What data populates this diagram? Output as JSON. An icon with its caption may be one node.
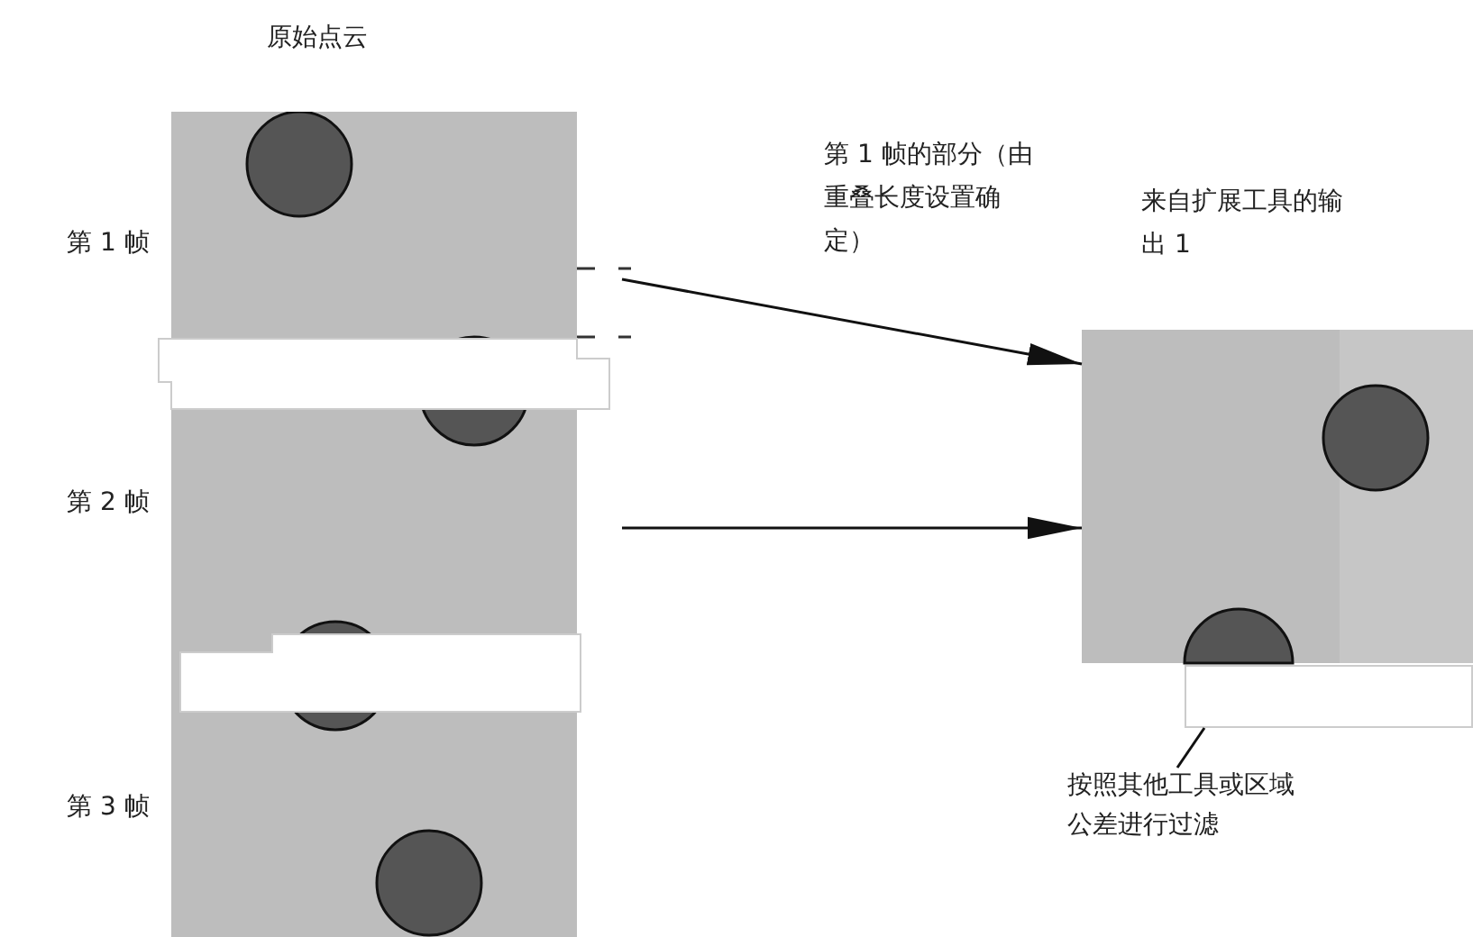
{
  "diagram": {
    "nodes": [
      {
        "text": [
          "原始点云"
        ]
      },
      {
        "text": [
          "来自扩展工具的输出 1"
        ]
      },
      {
        "text": [
          "按照其他工具或区域公差进行过滤"
        ]
      },
      {
        "text": [],
        "shape": "bar"
      }
    ],
    "edges": [
      {
        "from": null,
        "to": 1,
        "arrow": "to"
      },
      {
        "from": null,
        "to": 1,
        "arrow": "to"
      },
      {
        "from": 2,
        "to": 3,
        "arrow": "none"
      }
    ],
    "labels": [
      "第 1 帧",
      "第 2 帧",
      "第 3 帧",
      "第 1 帧的部分（由重叠长度设置确定）"
    ]
  }
}
